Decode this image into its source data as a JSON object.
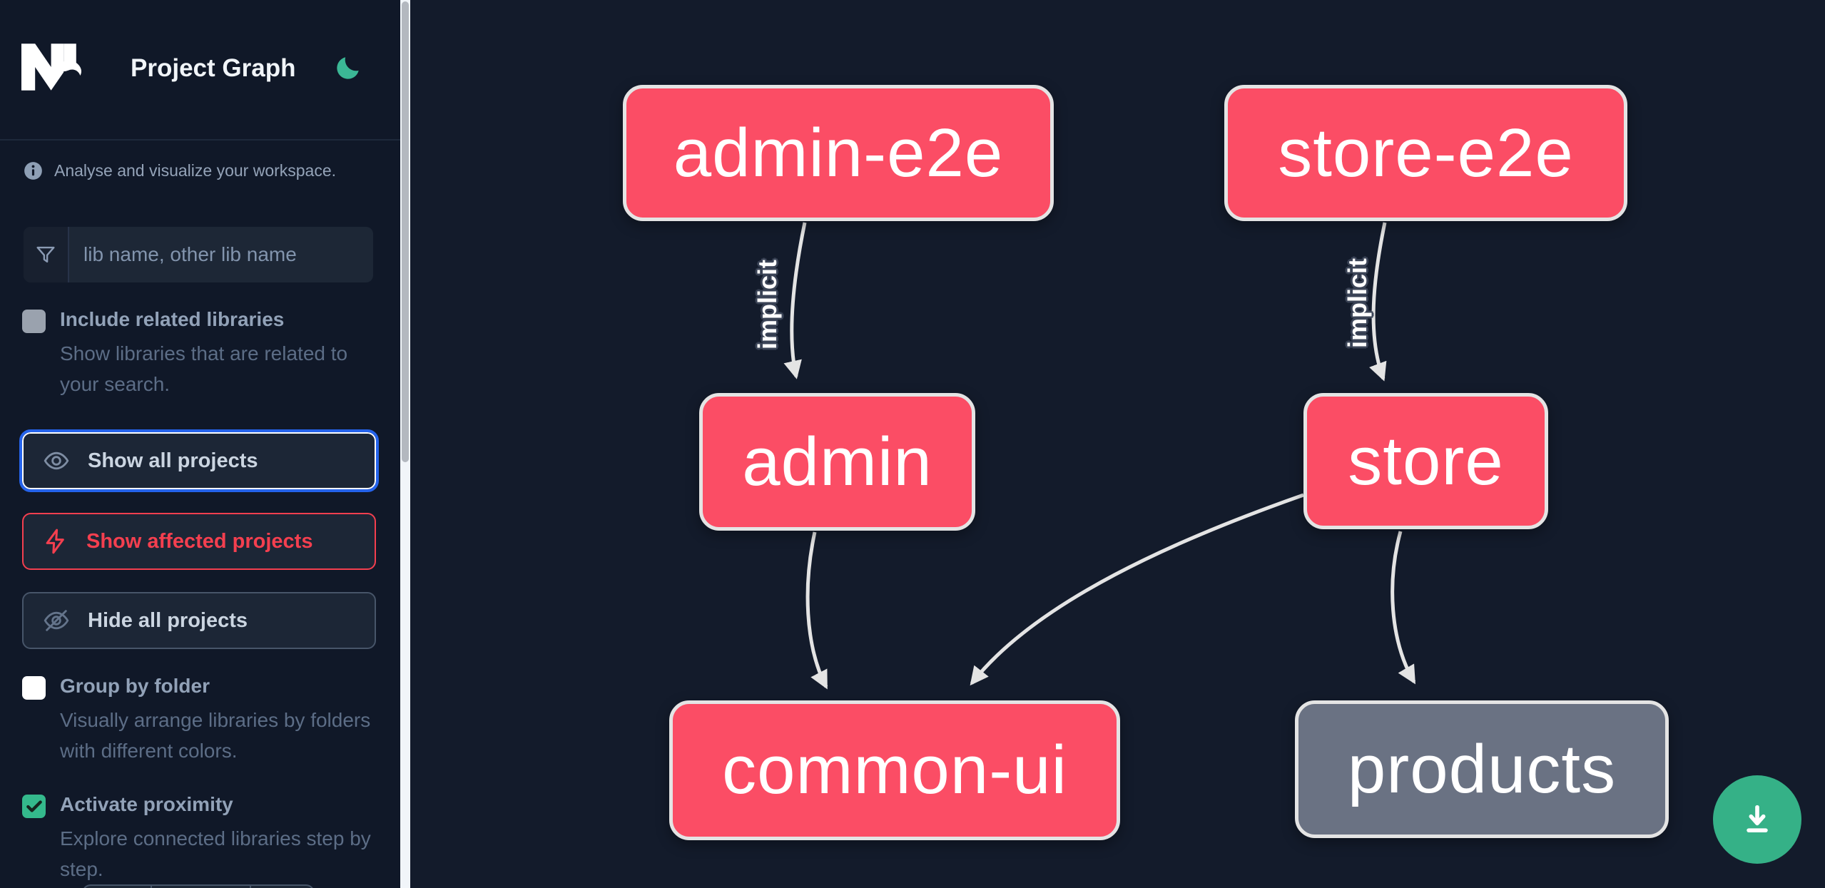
{
  "header": {
    "title": "Project Graph",
    "logo_icon": "nx-logo",
    "theme_toggle_icon": "moon-icon"
  },
  "sidebar": {
    "tagline": "Analyse and visualize your workspace.",
    "tagline_icon": "info-icon",
    "search": {
      "icon": "filter-funnel-icon",
      "placeholder": "lib name, other lib name",
      "value": ""
    },
    "options": [
      {
        "label": "Include related libraries",
        "description": "Show libraries that are related to your search.",
        "checked": false,
        "checkbox_style": "gray"
      },
      {
        "label": "Group by folder",
        "description": "Visually arrange libraries by folders with different colors.",
        "checked": false,
        "checkbox_style": "white"
      },
      {
        "label": "Activate proximity",
        "description": "Explore connected libraries step by step.",
        "checked": true,
        "checkbox_style": "green"
      }
    ],
    "buttons": [
      {
        "label": "Show all projects",
        "icon": "eye-icon",
        "state": "focused"
      },
      {
        "label": "Show affected projects",
        "icon": "lightning-bolt-icon",
        "state": "affected"
      },
      {
        "label": "Hide all projects",
        "icon": "eye-off-icon",
        "state": "default"
      }
    ],
    "segmented_control": {
      "segments": 3,
      "note": "partially visible at bottom edge"
    }
  },
  "canvas": {
    "nodes": [
      {
        "id": "admin-e2e",
        "label": "admin-e2e",
        "status": "affected"
      },
      {
        "id": "store-e2e",
        "label": "store-e2e",
        "status": "affected"
      },
      {
        "id": "admin",
        "label": "admin",
        "status": "affected"
      },
      {
        "id": "store",
        "label": "store",
        "status": "affected"
      },
      {
        "id": "common-ui",
        "label": "common-ui",
        "status": "affected"
      },
      {
        "id": "products",
        "label": "products",
        "status": "unaffected"
      }
    ],
    "edges": [
      {
        "from": "admin-e2e",
        "to": "admin",
        "label": "implicit"
      },
      {
        "from": "store-e2e",
        "to": "store",
        "label": "implicit"
      },
      {
        "from": "admin",
        "to": "common-ui",
        "label": ""
      },
      {
        "from": "store",
        "to": "common-ui",
        "label": ""
      },
      {
        "from": "store",
        "to": "products",
        "label": ""
      }
    ],
    "download_button": {
      "icon": "download-icon"
    }
  },
  "colors": {
    "affected_node": "#fb4d65",
    "unaffected_node": "#6a7283",
    "edge": "#e4e4e4",
    "accent_green": "#34b98c",
    "focus_blue": "#2563eb",
    "affected_red": "#f43f4f",
    "sidebar_bg": "#101828",
    "canvas_bg": "#131b2b"
  }
}
